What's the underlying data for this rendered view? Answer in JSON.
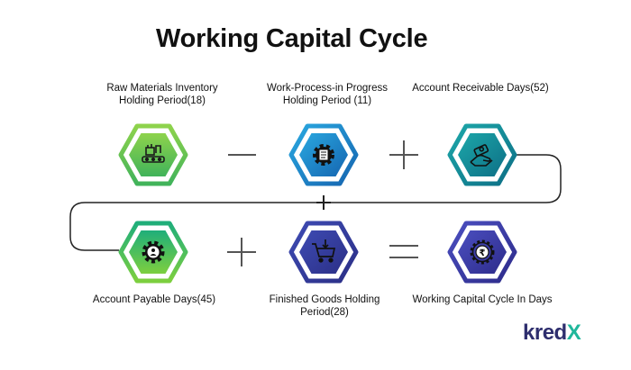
{
  "title": "Working Capital Cycle",
  "steps": {
    "raw_materials": {
      "label": "Raw Materials Inventory Holding Period(18)",
      "icon": "conveyor-factory-icon",
      "color": "#6cc04a"
    },
    "work_in_progress": {
      "label": "Work-Process-in Progress Holding Period (11)",
      "icon": "gear-document-icon",
      "color": "#1e88c8"
    },
    "account_receivable": {
      "label": "Account Receivable Days(52)",
      "icon": "hand-cash-icon",
      "color": "#0f8f9c"
    },
    "account_payable": {
      "label": "Account Payable Days(45)",
      "icon": "gear-person-icon",
      "color": "#2bbf6a"
    },
    "finished_goods": {
      "label": "Finished Goods Holding Period(28)",
      "icon": "shopping-cart-icon",
      "color": "#3a3f9e"
    },
    "working_capital_cycle": {
      "label": "Working Capital Cycle In Days",
      "icon": "rupee-gear-icon",
      "color": "#3b3aa0"
    }
  },
  "operators": {
    "minus": "−",
    "plus": "+",
    "equals": "="
  },
  "brand": {
    "name_main": "kred",
    "name_accent": "X"
  }
}
